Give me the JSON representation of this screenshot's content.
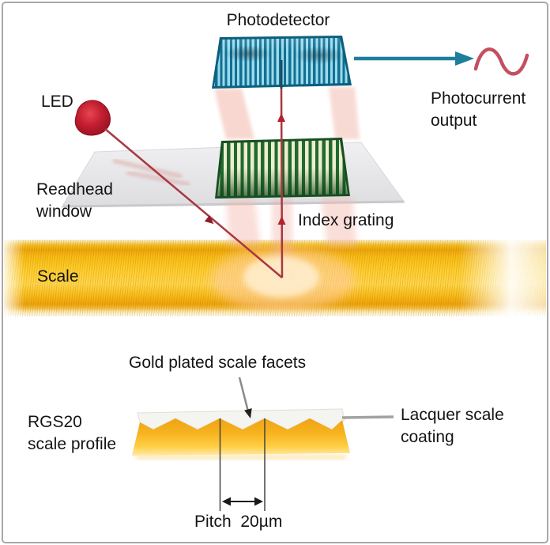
{
  "diagram": {
    "labels": {
      "photodetector": "Photodetector",
      "photocurrent_line1": "Photocurrent",
      "photocurrent_line2": "output",
      "led": "LED",
      "readhead_line1": "Readhead",
      "readhead_line2": "window",
      "index_grating": "Index grating",
      "scale": "Scale",
      "gold_facets": "Gold plated scale facets",
      "rgs20_line1": "RGS20",
      "rgs20_line2": "scale profile",
      "lacquer_line1": "Lacquer scale",
      "lacquer_line2": "coating",
      "pitch": "Pitch  20µm"
    },
    "icons": {
      "sine_wave": "sine-wave-icon",
      "arrow_right": "arrow-right-icon",
      "led": "led-icon"
    },
    "colors": {
      "teal_arrow": "#1E7F9D",
      "beam_red": "#A83840",
      "sine_red": "#C44F5F",
      "led_red": "#C31F30",
      "grating_green": "#206A2F",
      "detector_dark": "#117093",
      "detector_light": "#9ADAEB",
      "scale_gold": "#FFCE2E",
      "profile_gold": "#F3A814",
      "lacquer_white": "#F4F4F0",
      "window_gray": "#E9E9EC",
      "text": "#141414"
    }
  }
}
